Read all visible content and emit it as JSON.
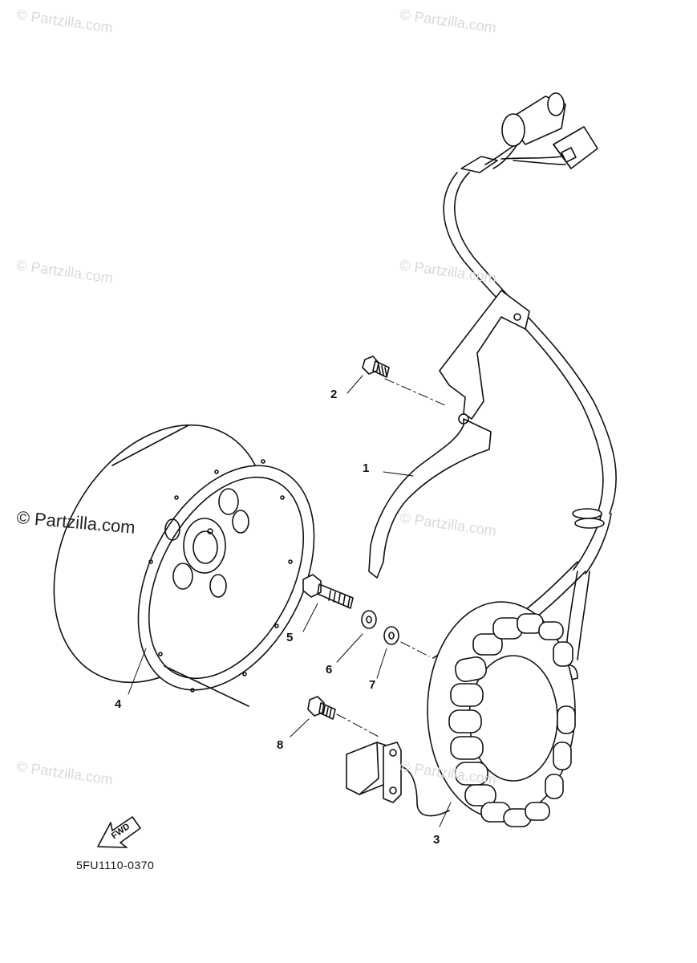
{
  "watermarks": [
    "© Partzilla.com",
    "© Partzilla.com",
    "© Partzilla.com",
    "© Partzilla.com",
    "© Partzilla.com",
    "© Partzilla.com",
    "© Partzilla.com",
    "© Partzilla.com"
  ],
  "parts": [
    {
      "number": "1",
      "name": "bracket"
    },
    {
      "number": "2",
      "name": "screw"
    },
    {
      "number": "3",
      "name": "stator-assembly"
    },
    {
      "number": "4",
      "name": "rotor"
    },
    {
      "number": "5",
      "name": "bolt"
    },
    {
      "number": "6",
      "name": "washer"
    },
    {
      "number": "7",
      "name": "washer"
    },
    {
      "number": "8",
      "name": "screw"
    }
  ],
  "fwd_label": "FWD",
  "diagram_code": "5FU1110-0370"
}
